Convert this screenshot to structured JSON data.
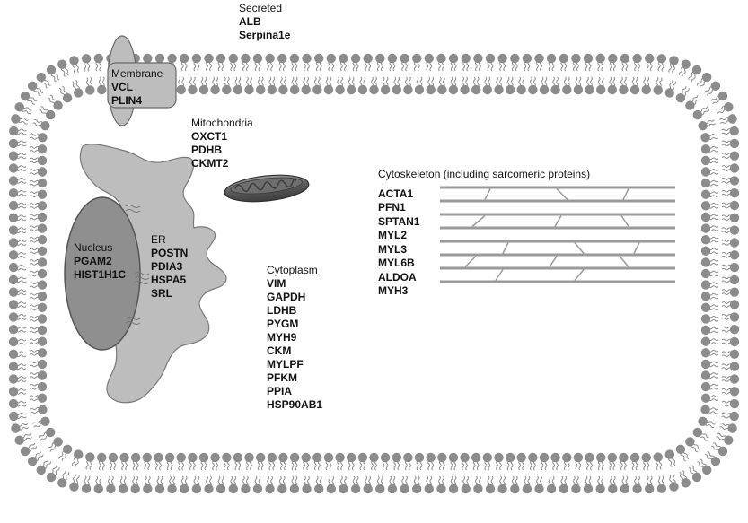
{
  "compartments": {
    "secreted": {
      "title": "Secreted",
      "genes": [
        "ALB",
        "Serpina1e"
      ]
    },
    "membrane": {
      "title": "Membrane",
      "genes": [
        "VCL",
        "PLIN4"
      ]
    },
    "mitochondria": {
      "title": "Mitochondria",
      "genes": [
        "OXCT1",
        "PDHB",
        "CKMT2"
      ]
    },
    "cytoskeleton": {
      "title": "Cytoskeleton (including sarcomeric proteins)",
      "genes": [
        "ACTA1",
        "PFN1",
        "SPTAN1",
        "MYL2",
        "MYL3",
        "MYL6B",
        "ALDOA",
        "MYH3"
      ]
    },
    "nucleus": {
      "title": "Nucleus",
      "genes": [
        "PGAM2",
        "HIST1H1C"
      ]
    },
    "er": {
      "title": "ER",
      "genes": [
        "POSTN",
        "PDIA3",
        "HSPA5",
        "SRL"
      ]
    },
    "cytoplasm": {
      "title": "Cytoplasm",
      "genes": [
        "VIM",
        "GAPDH",
        "LDHB",
        "PYGM",
        "MYH9",
        "CKM",
        "MYLPF",
        "PFKM",
        "PPIA",
        "HSP90AB1"
      ]
    }
  },
  "colors": {
    "lipid_head": "#8c8c8c",
    "lipid_tail": "#8a8a8a",
    "organelle_fill": "#bdbdbd",
    "nucleus_fill": "#8f8f8f",
    "mito_outer": "#5a5a5a",
    "filament": "#9a9a9a"
  }
}
